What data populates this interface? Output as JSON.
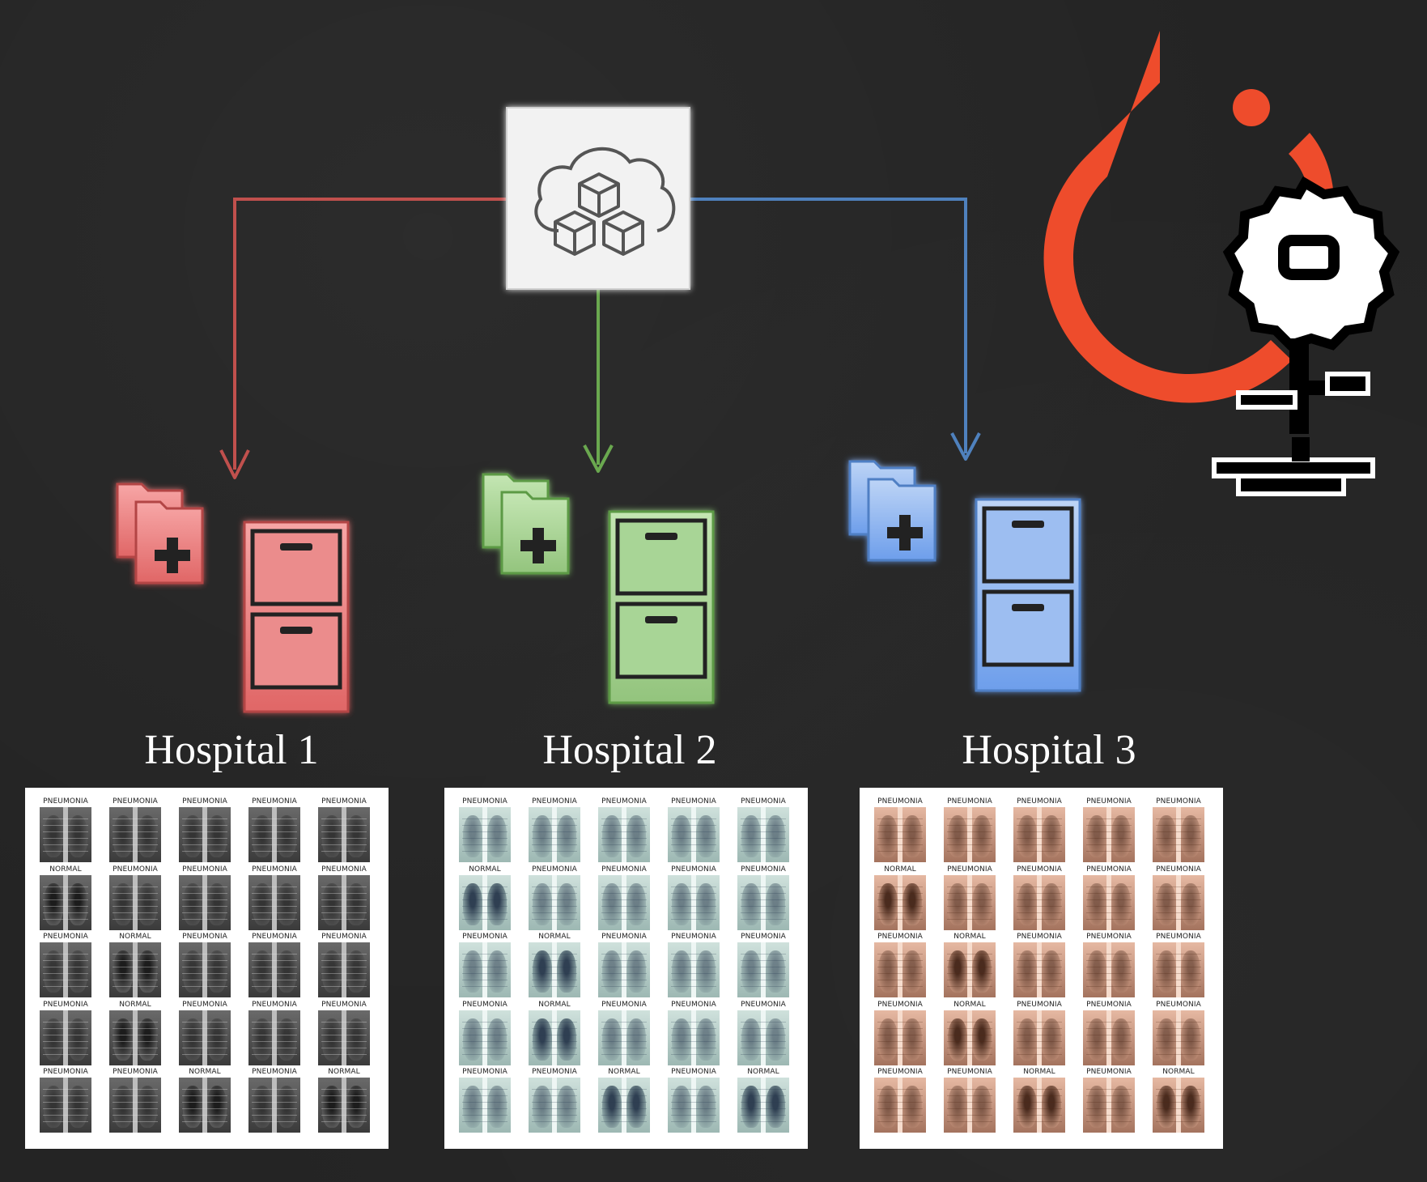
{
  "hospitals": [
    {
      "label": "Hospital 1",
      "color": "#e06666",
      "tint": "gray"
    },
    {
      "label": "Hospital 2",
      "color": "#93c47d",
      "tint": "teal"
    },
    {
      "label": "Hospital 3",
      "color": "#6d9eeb",
      "tint": "peach"
    }
  ],
  "xray_labels": [
    [
      "PNEUMONIA",
      "PNEUMONIA",
      "PNEUMONIA",
      "PNEUMONIA",
      "PNEUMONIA"
    ],
    [
      "NORMAL",
      "PNEUMONIA",
      "PNEUMONIA",
      "PNEUMONIA",
      "PNEUMONIA"
    ],
    [
      "PNEUMONIA",
      "NORMAL",
      "PNEUMONIA",
      "PNEUMONIA",
      "PNEUMONIA"
    ],
    [
      "PNEUMONIA",
      "NORMAL",
      "PNEUMONIA",
      "PNEUMONIA",
      "PNEUMONIA"
    ],
    [
      "PNEUMONIA",
      "PNEUMONIA",
      "NORMAL",
      "PNEUMONIA",
      "NORMAL"
    ]
  ],
  "colors": {
    "background": "#242424",
    "server_box": "#f2f2f2",
    "pytorch_orange": "#ee4c2c",
    "arrow_red": "#c0504d",
    "arrow_green": "#6aa84f",
    "arrow_blue": "#4f81bd"
  },
  "icons": {
    "server": "cloud-cubes-icon",
    "folder": "medical-folder-icon",
    "cabinet": "filing-cabinet-icon",
    "pytorch": "pytorch-logo",
    "flower": "flower-logo"
  }
}
